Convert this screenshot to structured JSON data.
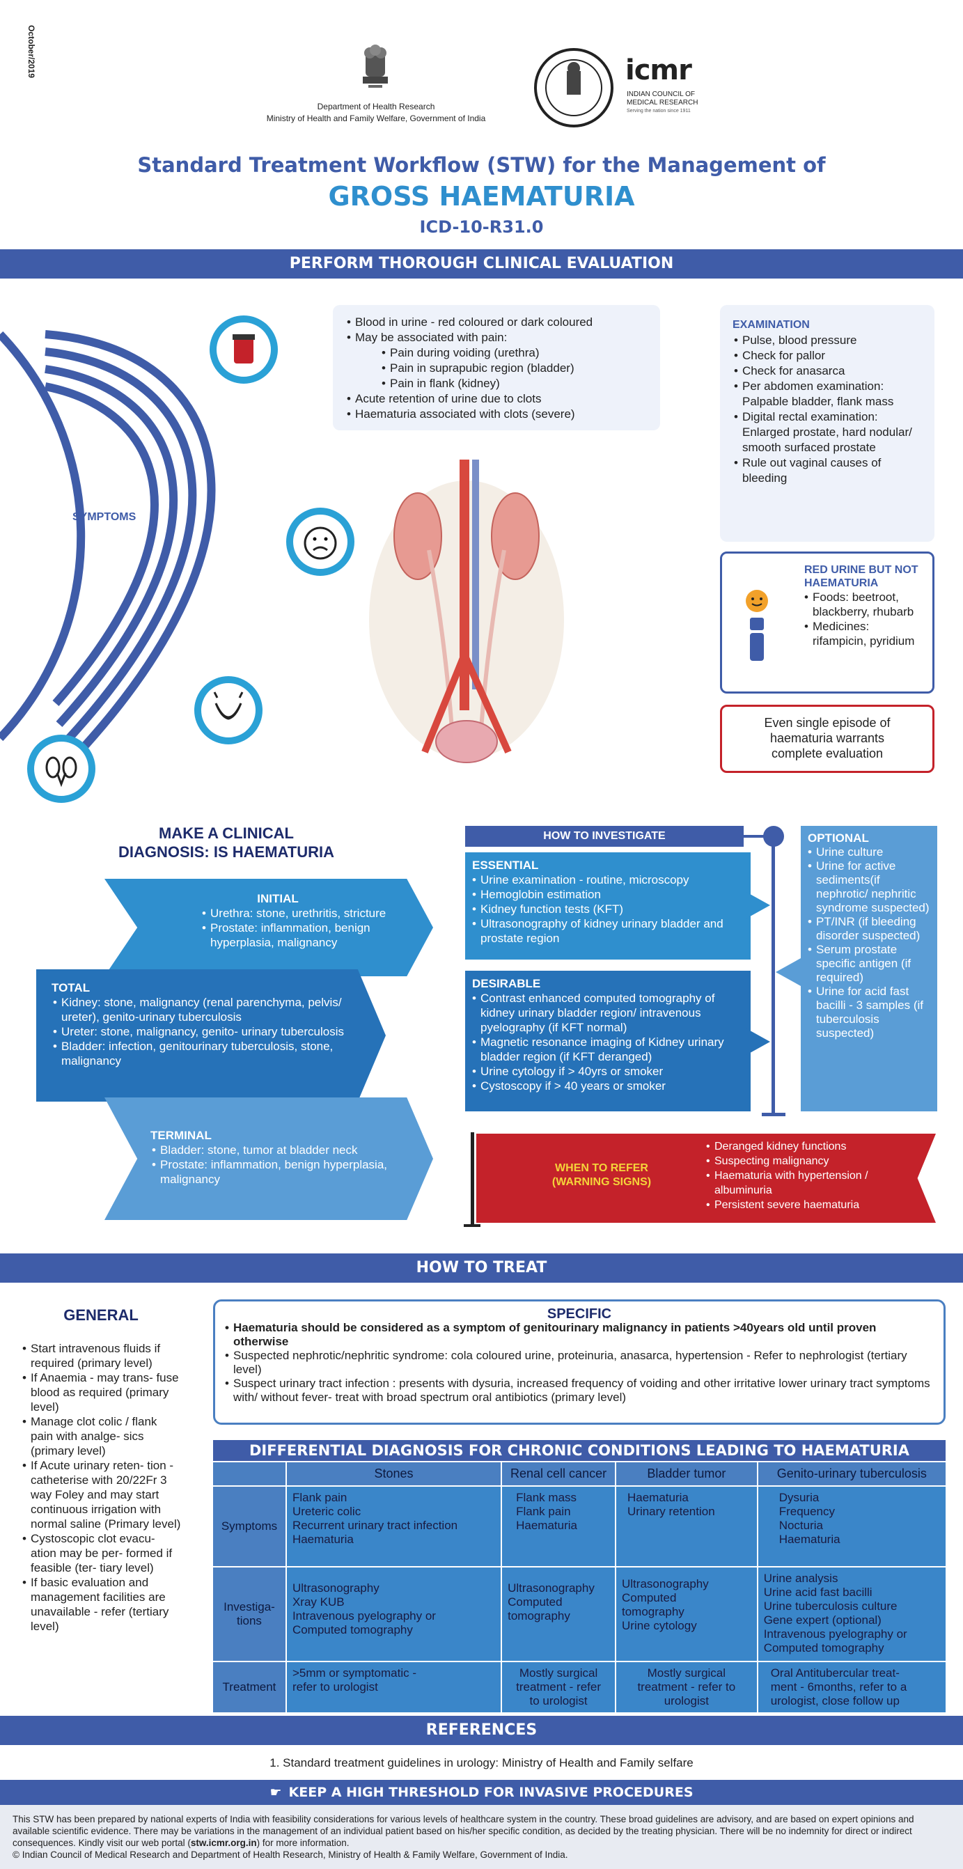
{
  "side_date": "October/2019",
  "header": {
    "dept": "Department of Health Research",
    "ministry": "Ministry of Health and Family Welfare, Government of India",
    "icmr_logo": "icmr",
    "icmr_name_1": "INDIAN COUNCIL OF",
    "icmr_name_2": "MEDICAL RESEARCH",
    "icmr_tagline": "Serving the nation since 1911"
  },
  "title": {
    "line1": "Standard Treatment Workflow (STW) for the Management of",
    "line2": "GROSS HAEMATURIA",
    "code": "ICD-10-R31.0"
  },
  "sections": {
    "evaluation": "PERFORM THOROUGH CLINICAL EVALUATION",
    "treat": "HOW TO TREAT",
    "references": "REFERENCES",
    "threshold": "KEEP A HIGH THRESHOLD FOR INVASIVE PROCEDURES"
  },
  "symptoms": {
    "label": "SYMPTOMS",
    "items": [
      "Blood in urine - red coloured or dark coloured",
      "May be associated with pain:"
    ],
    "pain_items": [
      "Pain during voiding (urethra)",
      "Pain in suprapubic region (bladder)",
      "Pain in flank (kidney)"
    ],
    "items2": [
      "Acute retention of urine due to clots",
      "Haematuria associated with clots (severe)"
    ]
  },
  "examination": {
    "title": "EXAMINATION",
    "items": [
      "Pulse, blood pressure",
      "Check for pallor",
      "Check for anasarca",
      "Per abdomen examination: Palpable bladder, flank mass",
      "Digital rectal examination: Enlarged prostate, hard nodular/ smooth surfaced prostate",
      "Rule out vaginal causes of bleeding"
    ]
  },
  "red_urine": {
    "title": "RED URINE BUT NOT HAEMATURIA",
    "items": [
      "Foods: beetroot, blackberry, rhubarb",
      "Medicines: rifampicin, pyridium"
    ]
  },
  "single_episode": "Even single episode of haematuria warrants complete evaluation",
  "diagnosis": {
    "title_1": "MAKE A CLINICAL",
    "title_2": "DIAGNOSIS: IS HAEMATURIA",
    "initial": {
      "title": "INITIAL",
      "items": [
        "Urethra: stone, urethritis, stricture",
        "Prostate: inflammation, benign hyperplasia, malignancy"
      ]
    },
    "total": {
      "title": "TOTAL",
      "items": [
        "Kidney: stone, malignancy (renal parenchyma, pelvis/ ureter), genito-urinary tuberculosis",
        "Ureter: stone, malignancy, genito- urinary tuberculosis",
        "Bladder: infection, genitourinary tuberculosis, stone, malignancy"
      ]
    },
    "terminal": {
      "title": "TERMINAL",
      "items": [
        "Bladder: stone, tumor at bladder neck",
        "Prostate: inflammation, benign hyperplasia, malignancy"
      ]
    }
  },
  "investigate": {
    "title": "HOW TO INVESTIGATE",
    "essential": {
      "title": "ESSENTIAL",
      "items": [
        "Urine examination - routine, microscopy",
        "Hemoglobin estimation",
        "Kidney function tests (KFT)",
        "Ultrasonography of kidney urinary bladder and prostate region"
      ]
    },
    "desirable": {
      "title": "DESIRABLE",
      "items": [
        "Contrast enhanced computed tomography  of kidney urinary bladder region/ intravenous pyelography (if KFT normal)",
        "Magnetic resonance imaging of Kidney urinary bladder region (if KFT deranged)",
        "Urine cytology if > 40yrs  or smoker",
        "Cystoscopy if > 40 years or smoker"
      ]
    },
    "optional": {
      "title": "OPTIONAL",
      "items": [
        "Urine culture",
        "Urine for active sediments(if nephrotic/ nephritic syndrome suspected)",
        "PT/INR (if bleeding disorder suspected)",
        "Serum prostate specific antigen (if required)",
        "Urine for acid fast bacilli - 3 samples (if tuberculosis suspected)"
      ]
    }
  },
  "refer": {
    "title_1": "WHEN TO REFER",
    "title_2": "(WARNING SIGNS)",
    "items": [
      "Deranged kidney functions",
      "Suspecting malignancy",
      "Haematuria with hypertension / albuminuria",
      "Persistent severe haematuria"
    ]
  },
  "general": {
    "title": "GENERAL",
    "items": [
      "Start intravenous fluids if required (primary level)",
      "If Anaemia - may trans- fuse blood as required (primary level)",
      "Manage clot colic / flank pain with analge- sics (primary level)",
      "If Acute urinary reten- tion - catheterise with 20/22Fr 3 way Foley and may start continuous irrigation with normal saline (Primary level)",
      "Cystoscopic clot evacu- ation may be per- formed if feasible (ter- tiary level)",
      "If basic evaluation and management facilities are unavailable - refer (tertiary level)"
    ]
  },
  "specific": {
    "title": "SPECIFIC",
    "items": [
      "Haematuria should be considered as a symptom of genitourinary malignancy in patients >40years old until proven otherwise",
      "Suspected nephrotic/nephritic syndrome: cola coloured urine, proteinuria, anasarca, hypertension - Refer to nephrologist (tertiary level)",
      "Suspect urinary tract infection : presents with dysuria, increased frequency of voiding and other irritative lower urinary tract symptoms with/ without fever- treat with broad spectrum oral antibiotics (primary level)"
    ]
  },
  "differential": {
    "title": "DIFFERENTIAL DIAGNOSIS FOR CHRONIC CONDITIONS LEADING TO HAEMATURIA",
    "columns": [
      "Stones",
      "Renal cell cancer",
      "Bladder tumor",
      "Genito-urinary tuberculosis"
    ],
    "rows": [
      {
        "label": "Symptoms",
        "cells": [
          [
            "Flank pain",
            "Ureteric colic",
            "Recurrent urinary tract infection",
            "Haematuria"
          ],
          [
            "Flank mass",
            "Flank pain",
            "Haematuria"
          ],
          [
            "Haematuria",
            "Urinary retention"
          ],
          [
            "Dysuria",
            "Frequency",
            "Nocturia",
            "Haematuria"
          ]
        ]
      },
      {
        "label": "Investiga-tions",
        "cells": [
          [
            "Ultrasonography",
            "Xray KUB",
            "Intravenous pyelography or",
            "Computed tomography"
          ],
          [
            "Ultrasonography",
            "Computed",
            "tomography"
          ],
          [
            "Ultrasonography",
            "Computed",
            "tomography",
            "Urine cytology"
          ],
          [
            "Urine analysis",
            "Urine acid fast bacilli",
            "Urine tuberculosis culture",
            "Gene expert (optional)",
            "Intravenous pyelography or",
            "Computed tomography"
          ]
        ]
      },
      {
        "label": "Treatment",
        "cells": [
          [
            ">5mm or symptomatic -",
            "  refer to urologist"
          ],
          [
            "Mostly surgical",
            "treatment - refer",
            "to urologist"
          ],
          [
            "Mostly surgical",
            "treatment - refer to",
            "urologist"
          ],
          [
            "Oral Antitubercular treat-",
            "ment - 6months, refer to a",
            "urologist, close follow up"
          ]
        ]
      }
    ]
  },
  "reference_item": "1. Standard treatment guidelines in urology: Ministry of Health and Family selfare",
  "footer": {
    "line1": "This STW has been prepared by national experts of India with feasibility considerations for various levels of healthcare system in the country. These broad guidelines are advisory, and are based on expert opinions and available scientific evidence. There may be variations in the management of an individual patient based on his/her specific condition, as decided by the treating physician. There will be no indemnity for direct or indirect consequences. Kindly visit our web portal (",
    "link": "stw.icmr.org.in",
    "line1_end": ") for more information.",
    "copyright": "© Indian Council of Medical Research and Department of Health Research, Ministry of Health & Family Welfare, Government of India."
  },
  "colors": {
    "band": "#3f5ca8",
    "accent": "#2f8fce",
    "title_navy": "#3f5ca8",
    "red": "#c4222a"
  }
}
